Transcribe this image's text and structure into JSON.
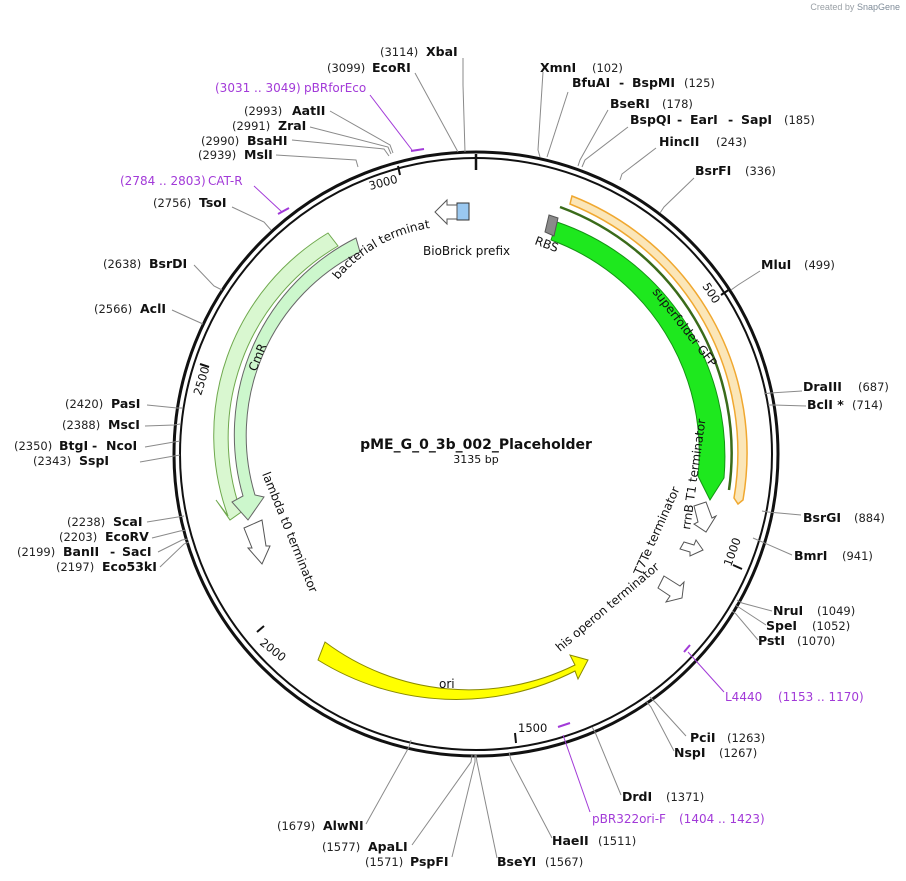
{
  "credit": {
    "prefix": "Created by",
    "brand": "SnapGene"
  },
  "plasmid": {
    "name": "pME_G_0_3b_002_Placeholder",
    "length_label": "3135 bp",
    "length": 3135
  },
  "ticks": [
    {
      "pos": 500,
      "label": "500"
    },
    {
      "pos": 1000,
      "label": "1000"
    },
    {
      "pos": 1500,
      "label": "1500"
    },
    {
      "pos": 2000,
      "label": "2000"
    },
    {
      "pos": 2500,
      "label": "2500"
    },
    {
      "pos": 3000,
      "label": "3000"
    }
  ],
  "enzymes": [
    {
      "name": "XbaI",
      "pos": "(3114)"
    },
    {
      "name": "EcoRI",
      "pos": "(3099)"
    },
    {
      "name": "AatII",
      "pos": "(2993)"
    },
    {
      "name": "ZraI",
      "pos": "(2991)"
    },
    {
      "name": "BsaHI",
      "pos": "(2990)"
    },
    {
      "name": "MslI",
      "pos": "(2939)"
    },
    {
      "name": "TsoI",
      "pos": "(2756)"
    },
    {
      "name": "BsrDI",
      "pos": "(2638)"
    },
    {
      "name": "AclI",
      "pos": "(2566)"
    },
    {
      "name": "PasI",
      "pos": "(2420)"
    },
    {
      "name": "MscI",
      "pos": "(2388)"
    },
    {
      "name": "BtgI",
      "name2": "NcoI",
      "pos": "(2350)"
    },
    {
      "name": "SspI",
      "pos": "(2343)"
    },
    {
      "name": "ScaI",
      "pos": "(2238)"
    },
    {
      "name": "EcoRV",
      "pos": "(2203)"
    },
    {
      "name": "BanII",
      "name2": "SacI",
      "pos": "(2199)"
    },
    {
      "name": "Eco53kI",
      "pos": "(2197)"
    },
    {
      "name": "XmnI",
      "pos": "(102)"
    },
    {
      "name": "BfuAI",
      "name2": "BspMI",
      "pos": "(125)"
    },
    {
      "name": "BseRI",
      "pos": "(178)"
    },
    {
      "name": "BspQI",
      "name2": "EarI",
      "name3": "SapI",
      "pos": "(185)"
    },
    {
      "name": "HincII",
      "pos": "(243)"
    },
    {
      "name": "BsrFI",
      "pos": "(336)"
    },
    {
      "name": "MluI",
      "pos": "(499)"
    },
    {
      "name": "DraIII",
      "pos": "(687)"
    },
    {
      "name": "BclI *",
      "pos": "(714)"
    },
    {
      "name": "BsrGI",
      "pos": "(884)"
    },
    {
      "name": "BmrI",
      "pos": "(941)"
    },
    {
      "name": "NruI",
      "pos": "(1049)"
    },
    {
      "name": "SpeI",
      "pos": "(1052)"
    },
    {
      "name": "PstI",
      "pos": "(1070)"
    },
    {
      "name": "PciI",
      "pos": "(1263)"
    },
    {
      "name": "NspI",
      "pos": "(1267)"
    },
    {
      "name": "DrdI",
      "pos": "(1371)"
    },
    {
      "name": "HaeII",
      "pos": "(1511)"
    },
    {
      "name": "BseYI",
      "pos": "(1567)"
    },
    {
      "name": "PspFI",
      "pos": "(1571)"
    },
    {
      "name": "ApaLI",
      "pos": "(1577)"
    },
    {
      "name": "AlwNI",
      "pos": "(1679)"
    }
  ],
  "primers": [
    {
      "name": "pBRforEco",
      "range": "(3031 .. 3049)"
    },
    {
      "name": "CAT-R",
      "range": "(2784 .. 2803)"
    },
    {
      "name": "L4440",
      "range": "(1153 .. 1170)"
    },
    {
      "name": "pBR322ori-F",
      "range": "(1404 .. 1423)"
    }
  ],
  "features": [
    {
      "name": "superfolder GFP",
      "color": "#1ee81e"
    },
    {
      "name": "CmR",
      "color": "#ccf7cc"
    },
    {
      "name": "ori",
      "color": "#ffff00"
    },
    {
      "name": "RBS",
      "color": "#888888"
    },
    {
      "name": "BioBrick prefix",
      "color": "#9ac8f0"
    },
    {
      "name": "bacterial terminator",
      "color": "#ffffff"
    },
    {
      "name": "rrnB T1 terminator",
      "color": "#ffffff"
    },
    {
      "name": "T7Te terminator",
      "color": "#ffffff"
    },
    {
      "name": "his operon terminator",
      "color": "#ffffff"
    },
    {
      "name": "lambda t0 terminator",
      "color": "#ffffff"
    }
  ],
  "colors": {
    "backbone": "#111111",
    "primer": "#a23ad8",
    "orf_outline": "#f0a830"
  }
}
